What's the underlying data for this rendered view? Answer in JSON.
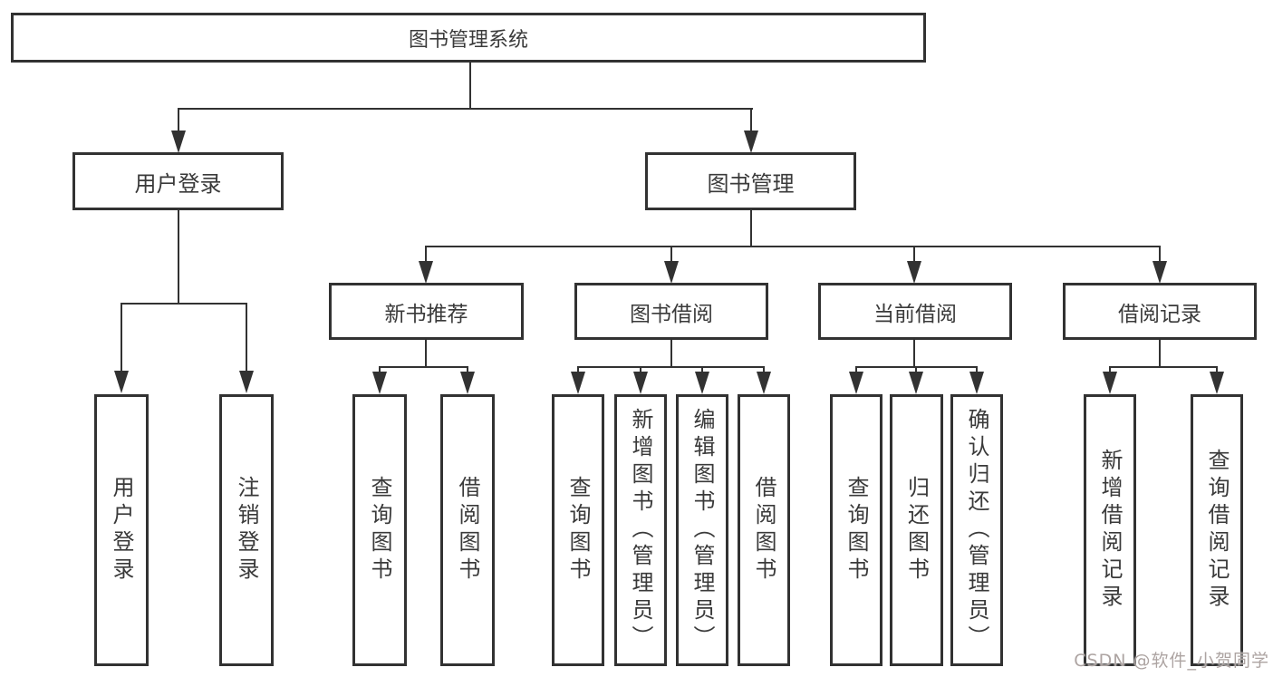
{
  "diagram": {
    "title_node_note": "functional decomposition diagram of a library management system",
    "root": {
      "label": "图书管理系统"
    },
    "branches": [
      {
        "label": "用户登录",
        "children": [
          "用户登录",
          "注销登录"
        ]
      },
      {
        "label": "图书管理",
        "groups": [
          {
            "label": "新书推荐",
            "children": [
              "查询图书",
              "借阅图书"
            ]
          },
          {
            "label": "图书借阅",
            "children": [
              "查询图书",
              "新增图书（管理员）",
              "编辑图书（管理员）",
              "借阅图书"
            ]
          },
          {
            "label": "当前借阅",
            "children": [
              "查询图书",
              "归还图书",
              "确认归还（管理员）"
            ]
          },
          {
            "label": "借阅记录",
            "children": [
              "新增借阅记录",
              "查询借阅记录"
            ]
          }
        ]
      }
    ]
  },
  "watermark": {
    "text": "CSDN @软件_小贺同学"
  },
  "colors": {
    "line": "#323232",
    "text": "#3a3a3a",
    "background": "#ffffff",
    "watermark": "#ada4a2"
  }
}
